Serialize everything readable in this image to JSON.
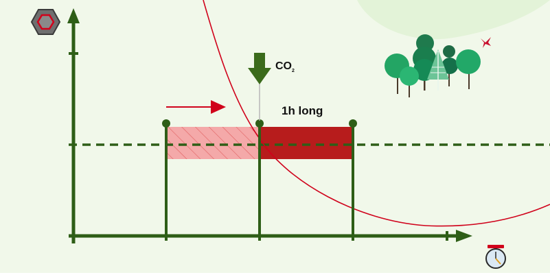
{
  "labels": {
    "co2_main": "CO",
    "co2_sub": "2",
    "duration": "1h long"
  },
  "icons": {
    "top_left": "hexagon-icon",
    "forest": "trees-icon",
    "bird": "bird-icon",
    "bottom_right": "stopwatch-icon",
    "co2_arrow": "down-arrow-icon",
    "progress_arrow": "right-arrow-icon"
  },
  "colors": {
    "background": "#f1f8ea",
    "axis_green": "#2e5e17",
    "accent_red": "#c8102e",
    "block_red": "#b71c1c",
    "hatch_pink": "#f2a3a3",
    "forest_green": "#1e9e5b"
  }
}
